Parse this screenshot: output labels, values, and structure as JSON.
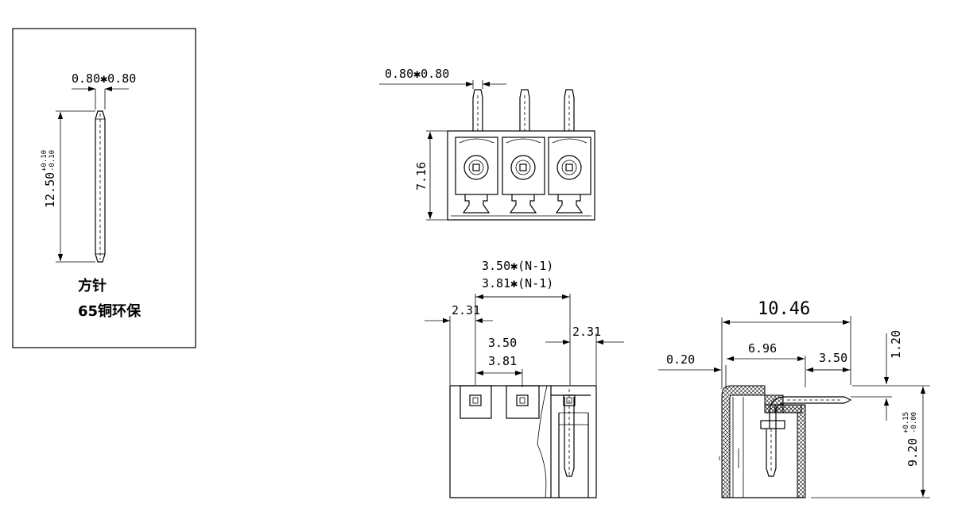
{
  "pin_panel": {
    "pin_size": "0.80✱0.80",
    "pin_length": "12.50",
    "pin_tol_plus": "+0.10",
    "pin_tol_minus": "-0.10",
    "note_line1": "方针",
    "note_line2": "65铜环保"
  },
  "top_view": {
    "pin_size": "0.80✱0.80",
    "height": "7.16"
  },
  "front_view": {
    "pitch_350_total": "3.50✱(N-1)",
    "pitch_381_total": "3.81✱(N-1)",
    "left_offset": "2.31",
    "right_offset": "2.31",
    "pitch_350": "3.50",
    "pitch_381": "3.81"
  },
  "side_view": {
    "overall": "10.46",
    "inner": "6.96",
    "pin_out": "3.50",
    "gap": "0.20",
    "pin_height": "1.20",
    "total_height": "9.20",
    "tol_plus": "+0.15",
    "tol_minus": "-0.00"
  }
}
